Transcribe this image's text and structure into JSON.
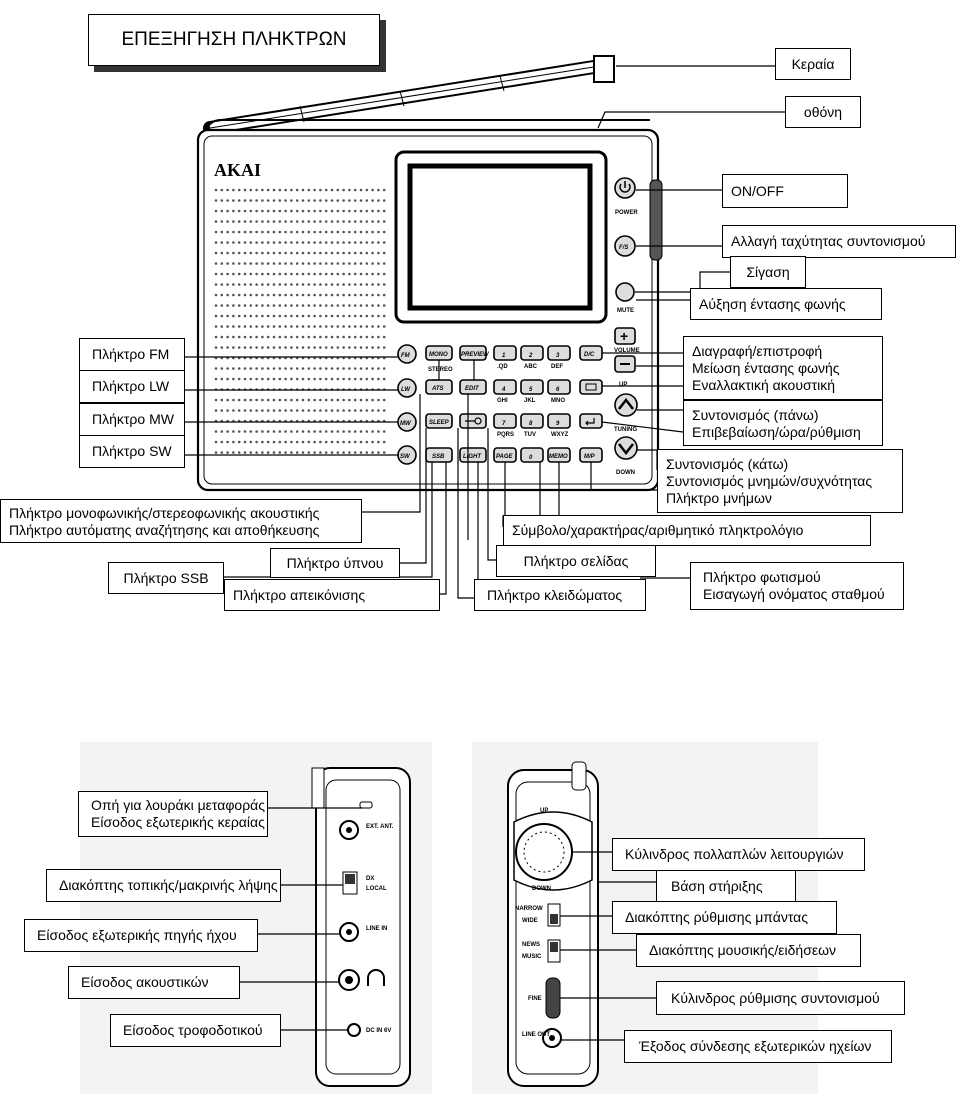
{
  "title": "ΕΠΕΞΗΓΗΣΗ ΠΛΗΚΤΡΩΝ",
  "radio": {
    "brand": "AKAI",
    "keys": [
      "MONO",
      "PREVIEW",
      "ATS",
      "EDIT",
      "SLEEP",
      "SSB",
      "LIGHT",
      "PAGE",
      "MEMO",
      "D/C",
      "M/P"
    ],
    "digits": [
      "1",
      "2",
      "3",
      "4",
      "5",
      "6",
      "7",
      "8",
      "9",
      "0"
    ],
    "letters": [
      ".QD",
      "ABC",
      "DEF",
      "GHI",
      "JKL",
      "MNO",
      "PQRS",
      "TUV",
      "WXYZ"
    ],
    "band_keys": [
      "FM",
      "LW",
      "MW",
      "SW"
    ],
    "side_labels": [
      "POWER",
      "MUTE",
      "VOLUME",
      "UP",
      "TUNING",
      "DOWN",
      "STEREO"
    ],
    "side_left": [
      "EXT. ANT.",
      "DX",
      "LOCAL",
      "LINE IN",
      "DC IN 6V"
    ],
    "side_right": [
      "UP",
      "DOWN",
      "NARROW",
      "WIDE",
      "NEWS",
      "MUSIC",
      "FINE",
      "LINE OUT"
    ]
  },
  "labels": {
    "antenna": "Κεραία",
    "screen": "οθόνη",
    "onoff": "ON/OFF",
    "tuning_speed": "Αλλαγή ταχύτητας συντονισμού",
    "mute": "Σίγαση",
    "vol_up": "Αύξηση έντασης φωνής",
    "right_block_1": [
      "Διαγραφή/επιστροφή",
      "Μείωση έντασης φωνής",
      "Εναλλακτική ακουστική"
    ],
    "right_block_2": [
      "Συντονισμός (πάνω)",
      "Επιβεβαίωση/ώρα/ρύθμιση"
    ],
    "right_block_3": [
      "Συντονισμός (κάτω)",
      "Συντονισμός μνημών/συχνότητας",
      "Πλήκτρο μνήμων"
    ],
    "fm": "Πλήκτρο FM",
    "lw": "Πλήκτρο LW",
    "mw": "Πλήκτρο MW",
    "sw": "Πλήκτρο SW",
    "mono_ats": [
      "Πλήκτρο μονοφωνικής/στερεοφωνικής ακουστικής",
      "Πλήκτρο αυτόματης αναζήτησης και αποθήκευσης"
    ],
    "keypad": "Σύμβολο/χαρακτήρας/αριθμητικό πληκτρολόγιο",
    "sleep": "Πλήκτρο ύπνου",
    "page": "Πλήκτρο σελίδας",
    "ssb": "Πλήκτρο SSB",
    "display": "Πλήκτρο απεικόνισης",
    "lock": "Πλήκτρο κλειδώματος",
    "light": [
      "Πλήκτρο φωτισμού",
      "Εισαγωγή ονόματος σταθμού"
    ],
    "strap": [
      "Οπή για λουράκι μεταφοράς",
      "Είσοδος εξωτερικής κεραίας"
    ],
    "local": "Διακόπτης τοπικής/μακρινής λήψης",
    "line_in": "Είσοδος εξωτερικής πηγής ήχου",
    "headphones": "Είσοδος ακουστικών",
    "power_in": "Είσοδος τροφοδοτικού",
    "multi_wheel": "Κύλινδρος πολλαπλών λειτουργιών",
    "stand": "Βάση στήριξης",
    "band_switch": "Διακόπτης  ρύθμισης μπάντας",
    "music_switch": "Διακόπτης μουσικής/ειδήσεων",
    "tuning_wheel": "Κύλινδρος ρύθμισης συντονισμού",
    "line_out": "Έξοδος σύνδεσης εξωτερικών ηχείων"
  }
}
